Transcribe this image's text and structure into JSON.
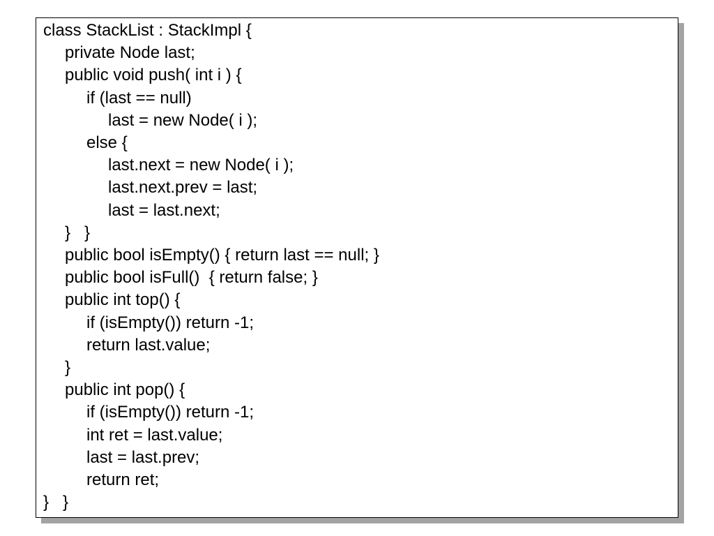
{
  "code_block": {
    "lines": [
      {
        "indent": 0,
        "text": "class StackList : StackImpl {"
      },
      {
        "indent": 1,
        "text": "private Node last;"
      },
      {
        "indent": 1,
        "text": "public void push( int i ) {"
      },
      {
        "indent": 2,
        "text": "if (last == null)"
      },
      {
        "indent": 3,
        "text": "last = new Node( i );"
      },
      {
        "indent": 2,
        "text": "else {"
      },
      {
        "indent": 3,
        "text": "last.next = new Node( i );"
      },
      {
        "indent": 3,
        "text": "last.next.prev = last;"
      },
      {
        "indent": 3,
        "text": "last = last.next;"
      },
      {
        "indent": 1,
        "text": "}   }"
      },
      {
        "indent": 1,
        "text": "public bool isEmpty() { return last == null; }"
      },
      {
        "indent": 1,
        "text": "public bool isFull()  { return false; }"
      },
      {
        "indent": 1,
        "text": "public int top() {"
      },
      {
        "indent": 2,
        "text": "if (isEmpty()) return -1;"
      },
      {
        "indent": 2,
        "text": "return last.value;"
      },
      {
        "indent": 1,
        "text": "}"
      },
      {
        "indent": 1,
        "text": "public int pop() {"
      },
      {
        "indent": 2,
        "text": "if (isEmpty()) return -1;"
      },
      {
        "indent": 2,
        "text": "int ret = last.value;"
      },
      {
        "indent": 2,
        "text": "last = last.prev;"
      },
      {
        "indent": 2,
        "text": "return ret;"
      },
      {
        "indent": 0,
        "text": "}   }"
      }
    ]
  }
}
